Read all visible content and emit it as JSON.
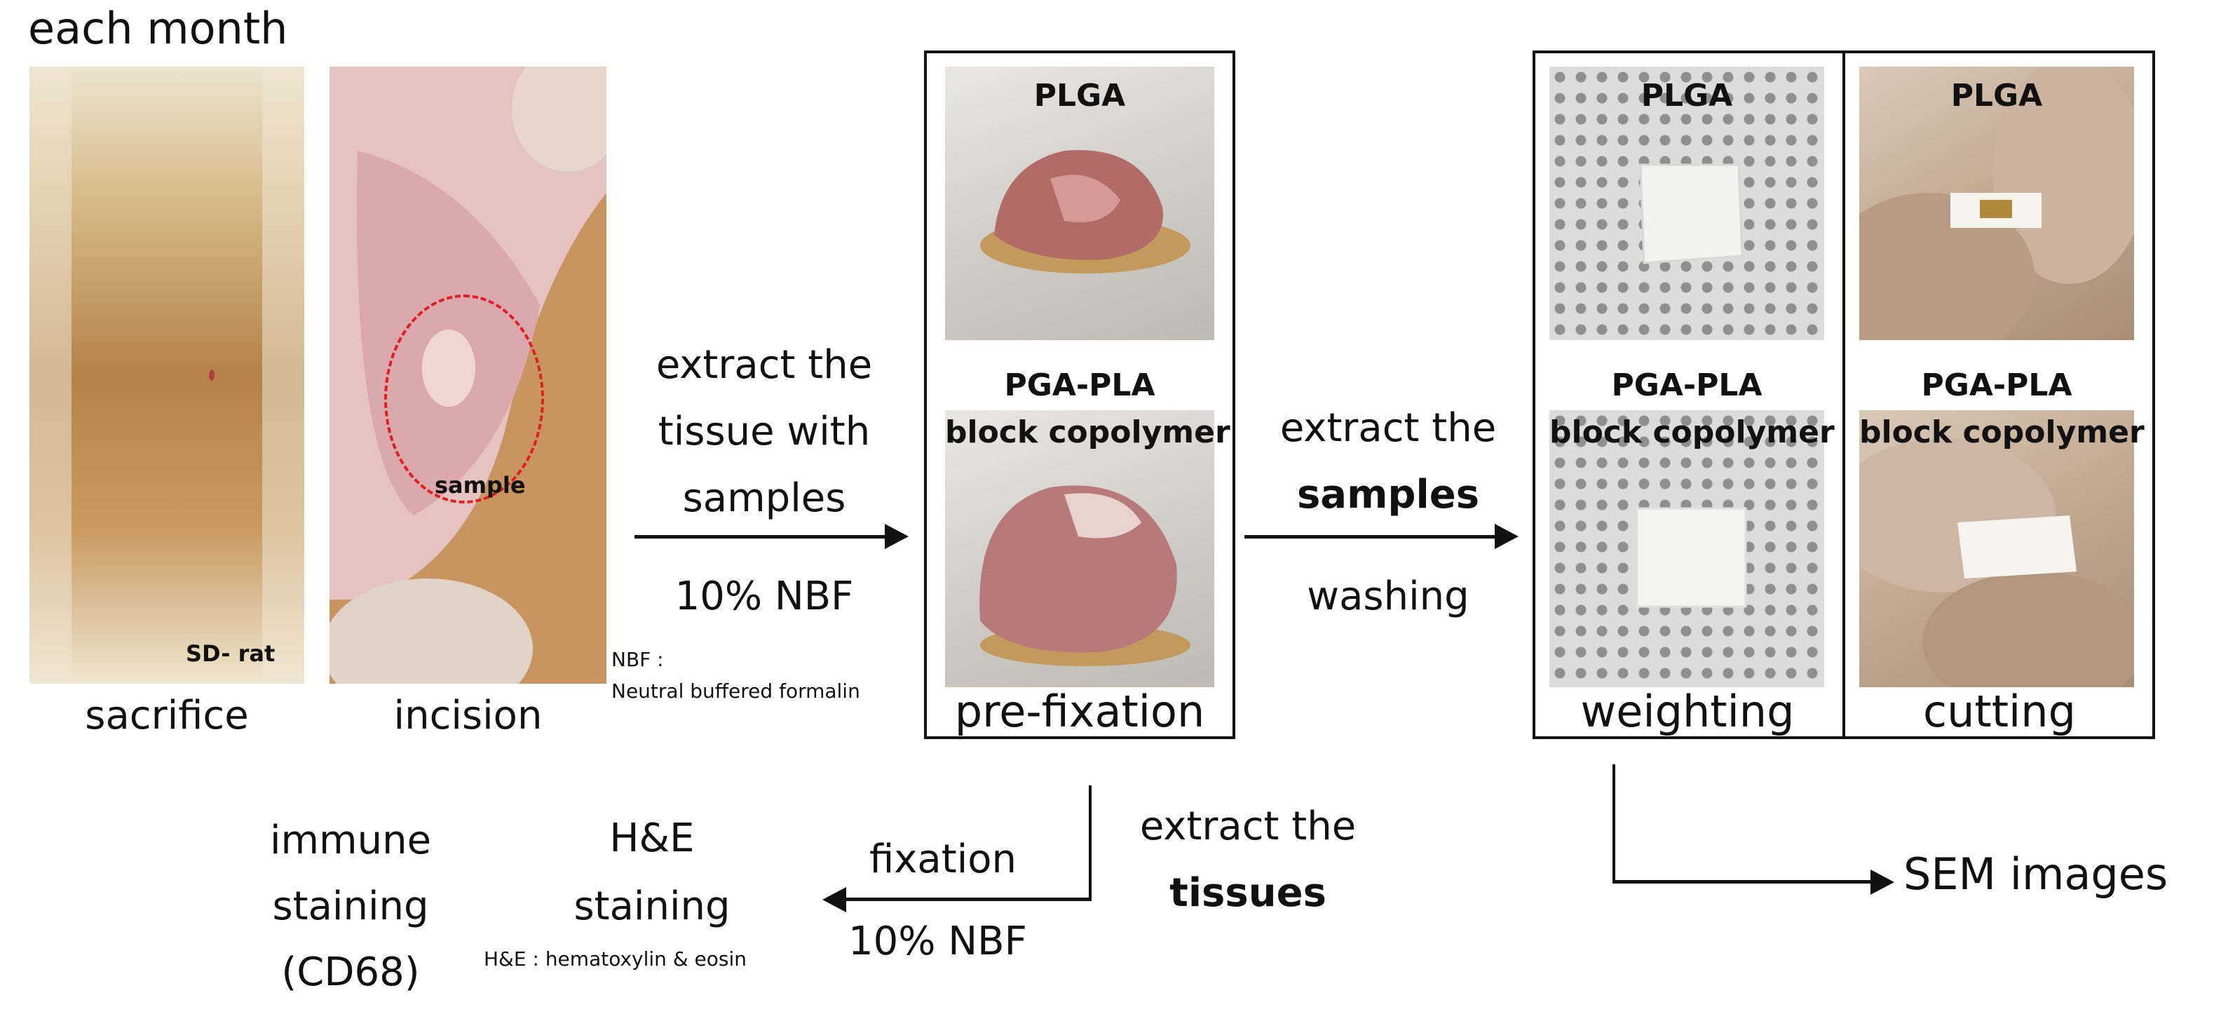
{
  "labels": {
    "each_month": "each month",
    "sd_rat": "SD- rat",
    "sacrifice": "sacrifice",
    "sample": "sample",
    "incision": "incision",
    "extract_tissue": [
      "extract the",
      "tissue with",
      "samples"
    ],
    "nbf_10_a": "10% NBF",
    "nbf_def": [
      "NBF :",
      "Neutral buffered formalin"
    ],
    "plga": "PLGA",
    "pga_pla": [
      "PGA-PLA",
      "block copolymer"
    ],
    "pre_fixation": "pre-fixation",
    "extract_samples_1": "extract the",
    "extract_samples_2": "samples",
    "washing": "washing",
    "weighting": "weighting",
    "cutting": "cutting",
    "extract_tissues_1": "extract the",
    "extract_tissues_2": "tissues",
    "fixation": "fixation",
    "nbf_10_b": "10% NBF",
    "he_staining": [
      "H&E",
      "staining"
    ],
    "he_def": "H&E : hematoxylin & eosin",
    "immune": [
      "immune",
      "staining",
      "(CD68)"
    ],
    "sem": "SEM images"
  }
}
